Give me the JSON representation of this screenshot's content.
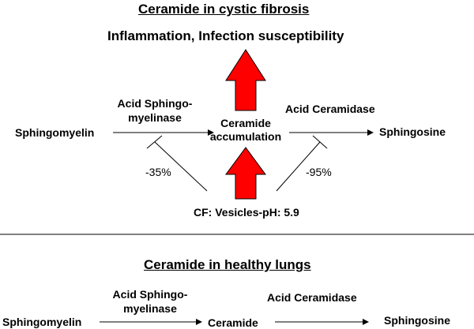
{
  "cf": {
    "title": "Ceramide in cystic fibrosis",
    "outcome": "Inflammation, Infection susceptibility",
    "substrate": "Sphingomyelin",
    "enzyme1_line1": "Acid Sphingo-",
    "enzyme1_line2": "myelinase",
    "center_line1": "Ceramide",
    "center_line2": "accumulation",
    "enzyme2": "Acid Ceramidase",
    "product": "Sphingosine",
    "inhibition1": "-35%",
    "inhibition2": "-95%",
    "condition": "CF: Vesicles-pH: 5.9"
  },
  "healthy": {
    "title": "Ceramide in healthy lungs",
    "substrate": "Sphingomyelin",
    "enzyme1_line1": "Acid Sphingo-",
    "enzyme1_line2": "myelinase",
    "center": "Ceramide",
    "enzyme2": "Acid Ceramidase",
    "product": "Sphingosine"
  },
  "colors": {
    "arrow_fill": "#ff0000",
    "line": "#000000"
  }
}
